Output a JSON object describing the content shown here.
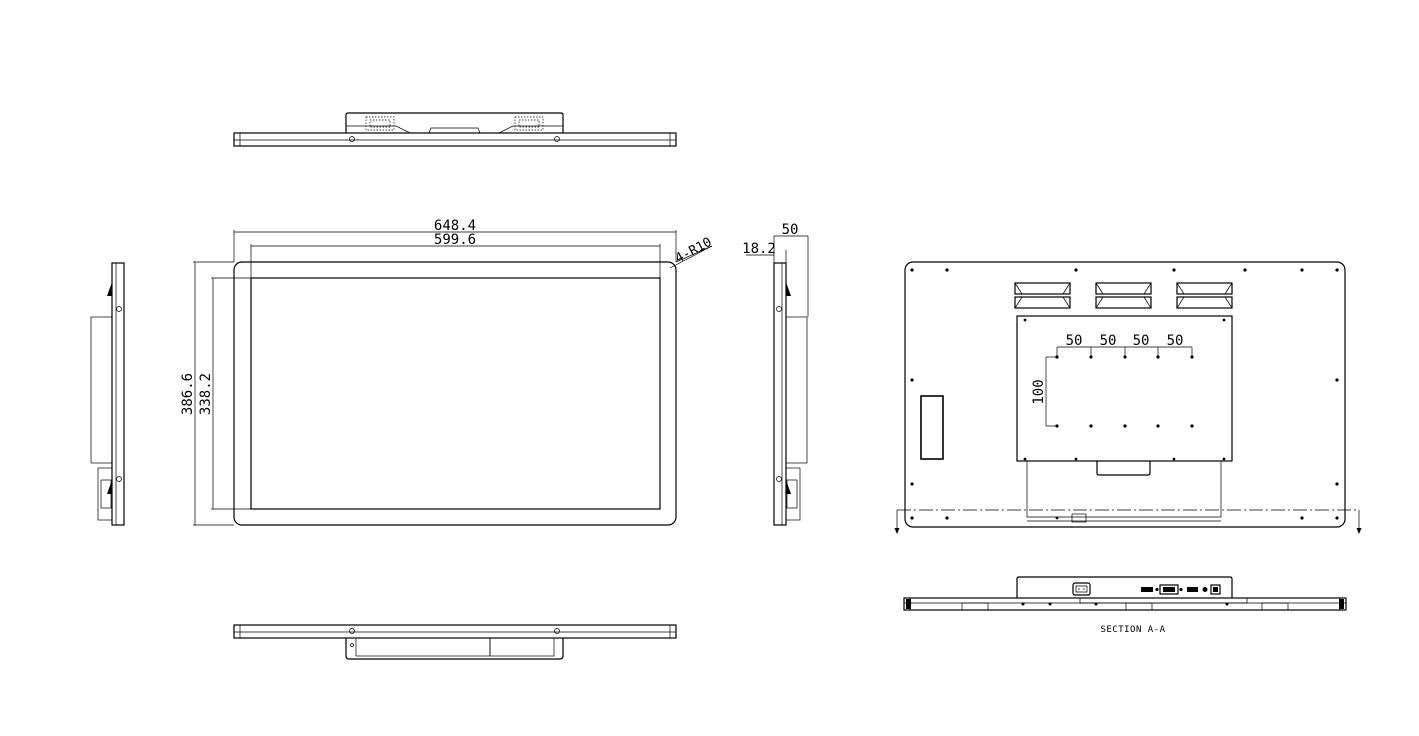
{
  "dimensions": {
    "overall_width": "648.4",
    "active_width": "599.6",
    "corner_radius": "4-R10",
    "overall_height": "386.6",
    "active_height": "338.2",
    "depth_total": "50",
    "depth_panel": "18.2",
    "vesa_spacing": [
      "50",
      "50",
      "50",
      "50"
    ],
    "vesa_vertical": "100"
  },
  "labels": {
    "section": "SECTION  A-A"
  }
}
